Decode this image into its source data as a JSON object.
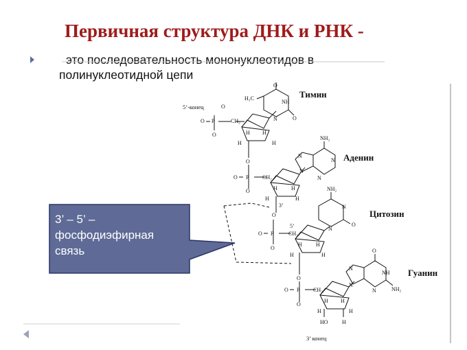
{
  "slide": {
    "title": "Первичная структура ДНК и РНК -",
    "bullet": "это последовательность мононуклеотидов в полинуклеотидной цепи",
    "callout": "3’ – 5’ – фосфодиэфирная связь"
  },
  "diagram": {
    "bases": [
      "Тимин",
      "Аденин",
      "Цитозин",
      "Гуанин"
    ],
    "end_5": "5’-конец",
    "end_3": "3’ конец",
    "ho": "HO",
    "atoms": {
      "o": "O",
      "p": "P",
      "ch2": "CH₂",
      "h": "H",
      "n": "N",
      "nh2": "NH₂",
      "nh": "NH",
      "h3c": "H₃C"
    },
    "primes": {
      "three": "3’",
      "five": "5’"
    }
  },
  "colors": {
    "title": "#9e1b1b",
    "callout_fill": "#5f6b96",
    "callout_border": "#2b3566",
    "bullet": "#5a6fa0"
  }
}
